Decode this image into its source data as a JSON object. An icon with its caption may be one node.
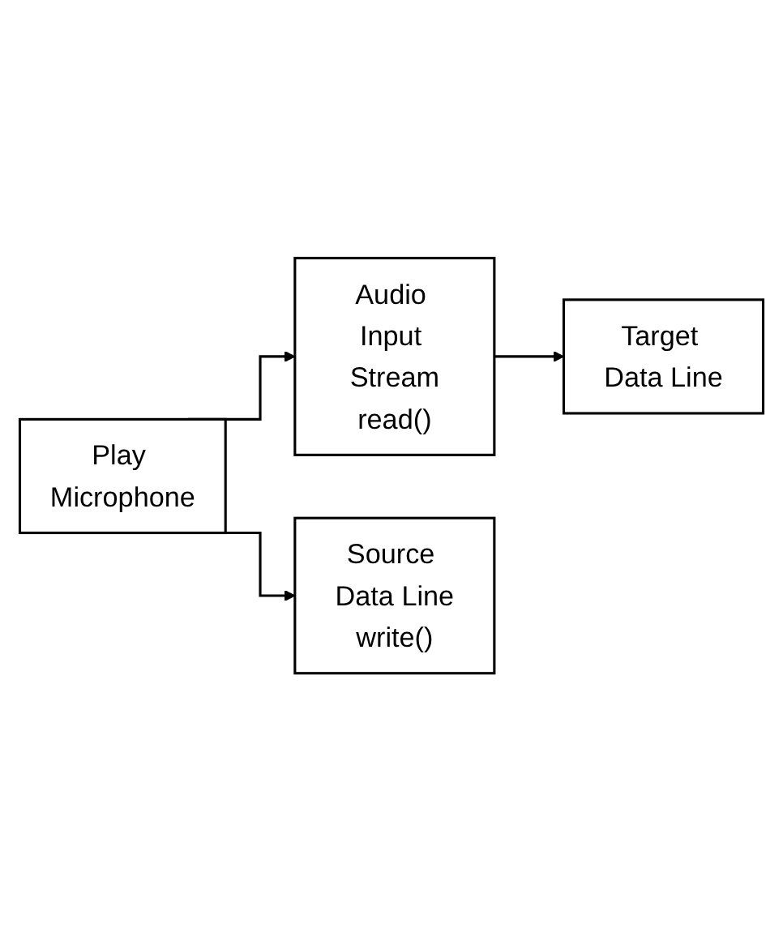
{
  "diagram": {
    "nodes": [
      {
        "text": [
          "Play Microphone"
        ]
      },
      {
        "text": [
          "Audio Input Stream",
          "read()"
        ]
      },
      {
        "text": [
          "Target Data Line"
        ]
      },
      {
        "text": [
          "Source Data Line",
          "write()"
        ]
      }
    ],
    "edges": [
      {
        "from": 0,
        "to": 1,
        "arrow": "to"
      },
      {
        "from": 1,
        "to": 2,
        "arrow": "to"
      },
      {
        "from": 0,
        "to": 3,
        "arrow": "to"
      }
    ]
  }
}
